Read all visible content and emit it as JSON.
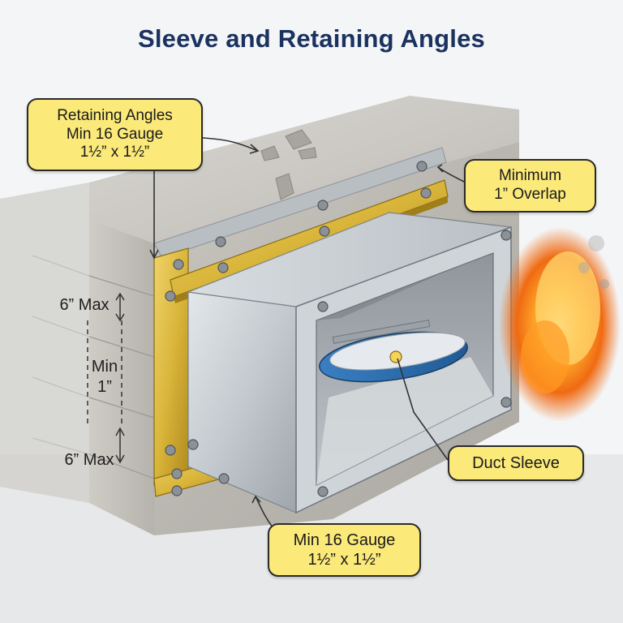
{
  "title": "Sleeve and Retaining Angles",
  "callouts": {
    "retaining_angles": [
      "Retaining Angles",
      "Min 16 Gauge",
      "1½” x 1½”"
    ],
    "overlap": [
      "Minimum",
      "1” Overlap"
    ],
    "duct_sleeve": "Duct Sleeve",
    "bottom_angle": [
      "Min 16 Gauge",
      "1½” x 1½”"
    ]
  },
  "dimensions": {
    "top_max": "6” Max",
    "min_label": [
      "Min",
      "1”"
    ],
    "bottom_max": "6” Max"
  },
  "colors": {
    "title": "#1b3260",
    "callout_fill": "#fbe97a",
    "angle_brass": "#d9b53a",
    "sleeve_steel": "#c9cfd5",
    "damper_blade": "#2f6fb0",
    "fire": "#f08a1c"
  }
}
